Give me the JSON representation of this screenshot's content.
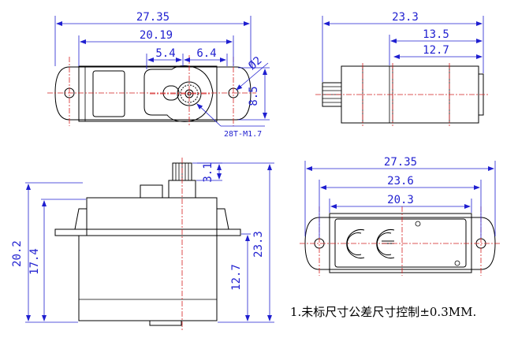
{
  "top_view": {
    "overall_length": "27.35",
    "mount_spacing": "20.19",
    "offset_a": "5.4",
    "offset_b": "6.4",
    "hole_dia": "Ø2",
    "body_height": "8.5",
    "spline_label": "28T-M1.7"
  },
  "side_view": {
    "overall_length": "23.3",
    "length_b": "13.5",
    "length_c": "12.7"
  },
  "front_view": {
    "spline_height": "3.1",
    "overall_height": "20.2",
    "body_height": "17.4",
    "total_height": "23.3",
    "lower_height": "12.7"
  },
  "bottom_view": {
    "overall_length": "27.35",
    "mount_spacing": "23.6",
    "body_length": "20.3"
  },
  "note": "1.未标尺寸公差尺寸控制±0.3MM."
}
